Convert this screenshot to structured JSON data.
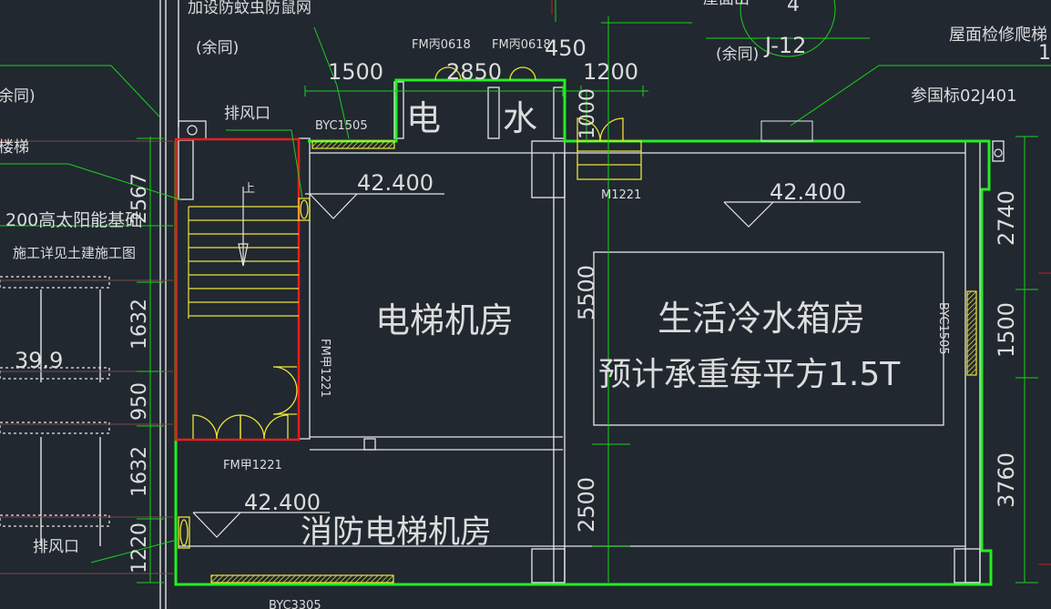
{
  "colors": {
    "background": "#212830",
    "wall": "#e6e6e6",
    "leader": "#19d219",
    "outline_green": "#22ee22",
    "highlight_red": "#ee1c1c",
    "door_yellow": "#ece23a",
    "dim_text": "#dcdcdc",
    "axis_red": "#c02020"
  },
  "rooms": {
    "elevator_machine_room": "电梯机房",
    "fire_elevator_machine_room": "消防电梯机房",
    "water_tank_room": "生活冷水箱房",
    "load_note": "预计承重每平方1.5T",
    "shaft_electric": "电",
    "shaft_water": "水"
  },
  "elevations": [
    "42.400",
    "42.400",
    "42.400"
  ],
  "dimensions": {
    "top_1500": "1500",
    "top_2850": "2850",
    "top_450": "450",
    "top_1200": "1200",
    "v_1000": "1000",
    "left_2567": "2567",
    "left_1632_upper": "1632",
    "left_950": "950",
    "left_1632_lower": "1632",
    "left_1220": "1220",
    "mid_5500": "5500",
    "mid_2500": "2500",
    "right_2740": "2740",
    "right_1500": "1500",
    "right_3760": "3760"
  },
  "labels": {
    "door_fm0618_a": "FM丙0618",
    "door_fm0618_b": "FM丙0618",
    "door_m1221": "M1221",
    "door_fm1221_v": "FM甲1221",
    "door_fm1221_h": "FM甲1221",
    "win_byc1505_top": "BYC1505",
    "win_byc1505_right": "BYC1505",
    "win_byc3305": "BYC3305",
    "vent_top": "排风口",
    "vent_bottom": "排风口",
    "stair_up": "上",
    "insect_net": "加设防蚊虫防鼠网",
    "same_left": "(余同)",
    "same_left_edge": "余同)",
    "stair_label": "楼梯",
    "solar_base": "200高太阳能基础",
    "construction_note": "施工详见土建施工图",
    "level_39_9": "39.9",
    "axis_j12": "J-12",
    "axis_4": "4",
    "same_right": "(余同)",
    "top_fragment": "屋面出",
    "roof_ladder": "屋面检修爬梯",
    "ref_02j401": "参国标02J401",
    "edge_fragment": "1"
  }
}
